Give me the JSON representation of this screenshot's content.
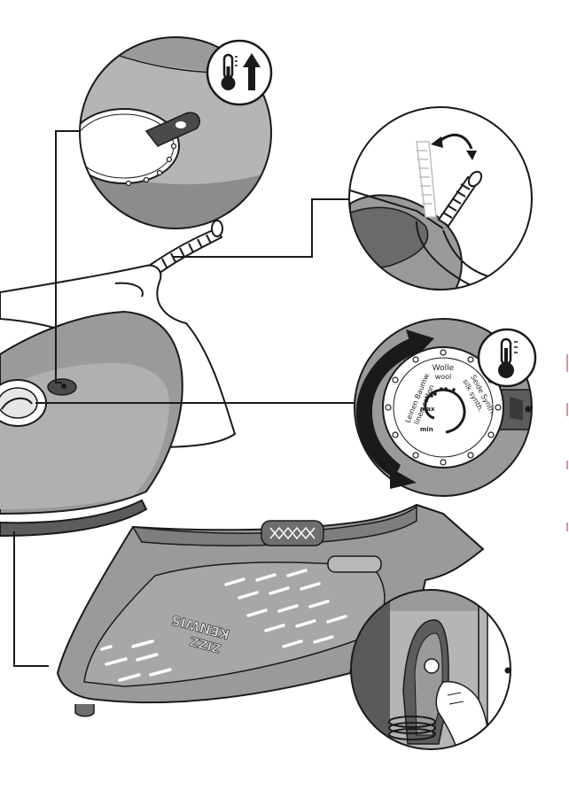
{
  "dial": {
    "label_wolle": "Wolle",
    "label_wool": "wool",
    "label_leinen": "Leinen Baumw.",
    "label_linen": "linen cotton",
    "label_seide": "Seide Synth.",
    "label_silk": "silk synth.",
    "label_max": "max",
    "label_min": "min"
  },
  "base": {
    "brand_line1": "KENWIS",
    "brand_line2": "ZIZZ"
  },
  "icons": {
    "thermometer_up": "thermometer-up-icon",
    "thermometer": "thermometer-icon",
    "rotation_arrows": "rotate-arrows-icon",
    "swivel_arrow": "swivel-arrow-icon"
  },
  "colors": {
    "body_gray": "#9a9a9a",
    "dark_gray": "#5c5c5c",
    "light_gray": "#d6d6d6",
    "outline": "#1a1a1a"
  }
}
